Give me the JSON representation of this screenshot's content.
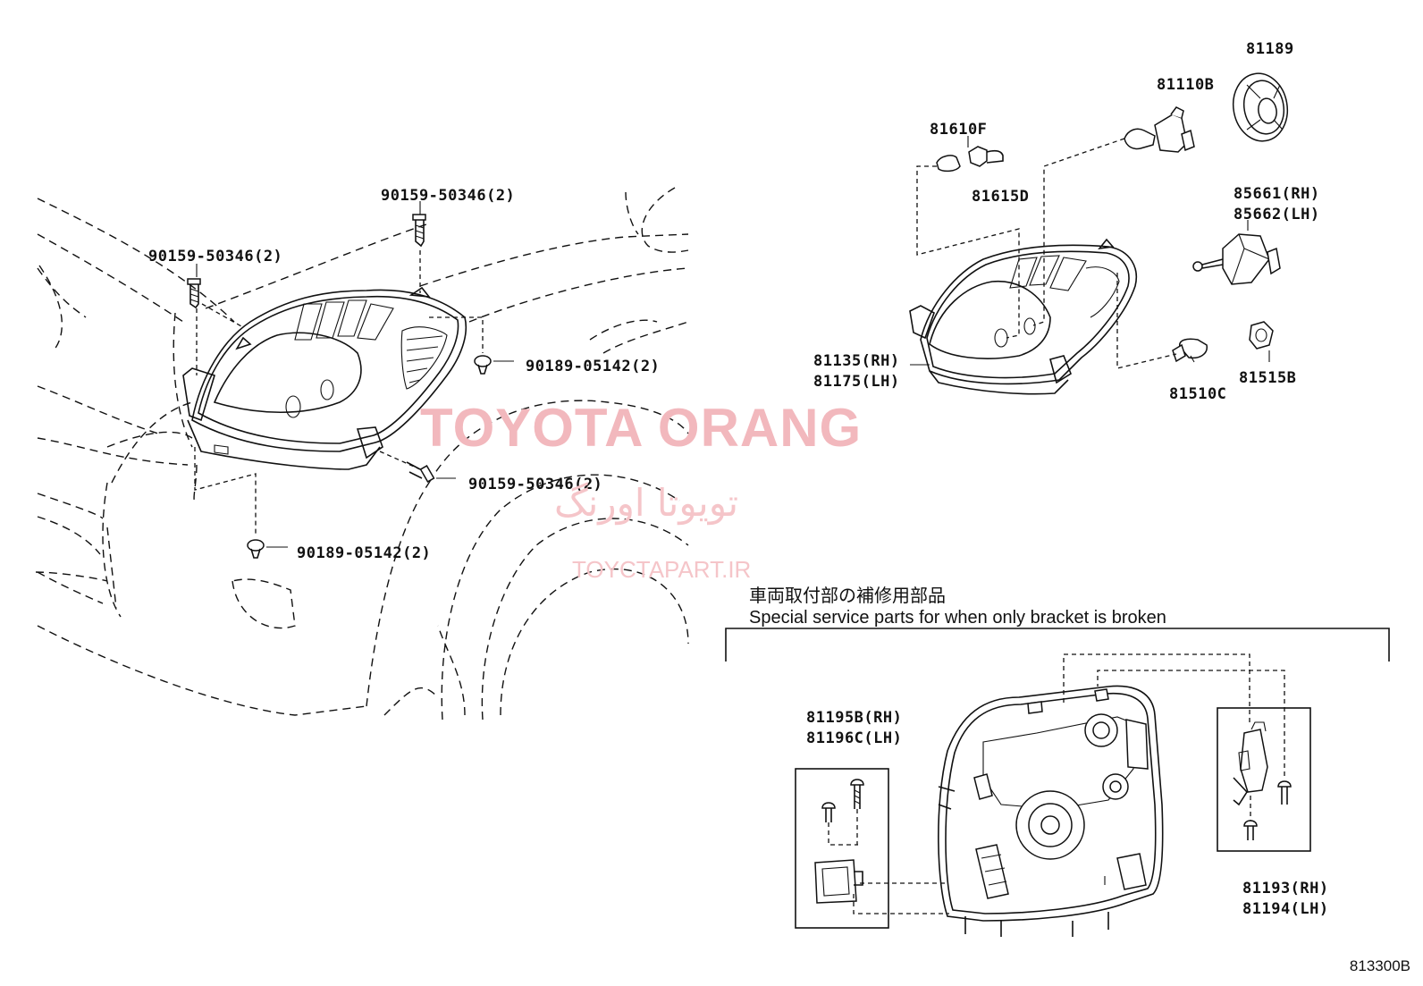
{
  "labels": {
    "bolt_top": "90159-50346(2)",
    "bolt_left": "90159-50346(2)",
    "clip_right": "90189-05142(2)",
    "bolt_bottom": "90159-50346(2)",
    "clip_bottom": "90189-05142(2)",
    "p81189": "81189",
    "p81110b": "81110B",
    "p81610f": "81610F",
    "p81615d": "81615D",
    "p85661": "85661(RH)",
    "p85662": "85662(LH)",
    "p81135": "81135(RH)",
    "p81175": "81175(LH)",
    "p81510c": "81510C",
    "p81515b": "81515B",
    "p81195b": "81195B(RH)",
    "p81196c": "81196C(LH)",
    "p81193": "81193(RH)",
    "p81194": "81194(LH)"
  },
  "note": {
    "jp": "車両取付部の補修用部品",
    "en": "Special service parts for when only bracket is broken"
  },
  "watermark": {
    "main": "TOYOTA ORANG",
    "persian": "تویوتا اورنگ",
    "url": "TOYCTAPART.IR"
  },
  "figure_code": "813300B",
  "colors": {
    "line": "#111111",
    "watermark": "#f2b8bd"
  }
}
